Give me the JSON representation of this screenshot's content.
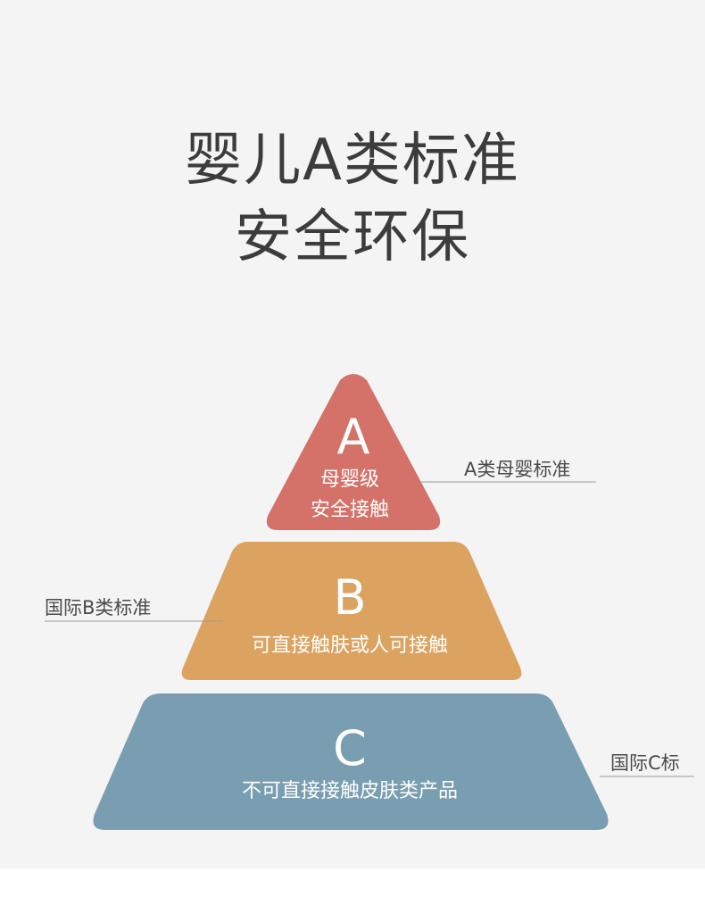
{
  "title": {
    "line1": "婴儿A类标准",
    "line2": "安全环保"
  },
  "colors": {
    "tier_a": "#d47168",
    "tier_b": "#dca260",
    "tier_c": "#7a9eb1",
    "panel_background": "#f4f4f4",
    "title_text": "#3c3c3c"
  },
  "tiers": [
    {
      "id": "a",
      "letter": "A",
      "lines": [
        "母婴级",
        "安全接触"
      ],
      "callout": "A类母婴标准",
      "callout_side": "right"
    },
    {
      "id": "b",
      "letter": "B",
      "lines": [
        "可直接触肤或人可接触"
      ],
      "callout": "国际B类标准",
      "callout_side": "left"
    },
    {
      "id": "c",
      "letter": "C",
      "lines": [
        "不可直接接触皮肤类产品"
      ],
      "callout": "国际C标",
      "callout_side": "right"
    }
  ]
}
